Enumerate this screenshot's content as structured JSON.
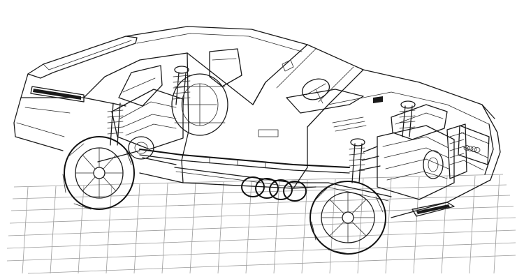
{
  "illustration": {
    "subject": "cutaway-car-drawing",
    "style": "black-ink-line-art",
    "background": "#ffffff",
    "ink_color": "#1a1a1a",
    "paving_color": "#9a9a9a"
  },
  "emblem": {
    "description": "four-interlocking-rings",
    "ring_count": 4
  }
}
